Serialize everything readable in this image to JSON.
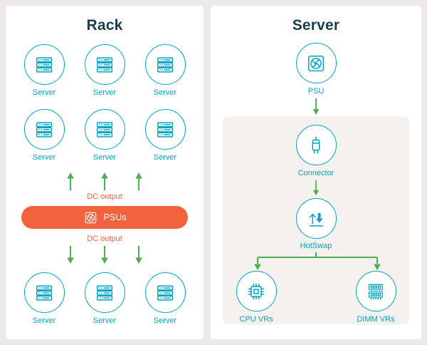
{
  "colors": {
    "bg": "#ece9e6",
    "card": "#ffffff",
    "ink": "#1d3c4e",
    "teal": "#00a5c4",
    "orange": "#f2623c",
    "green": "#4caf50",
    "box": "#f4f1ee"
  },
  "rack": {
    "title": "Rack",
    "server_label": "Server",
    "dc_output_label": "DC output",
    "psus_label": "PSUs"
  },
  "server": {
    "title": "Server",
    "psu_label": "PSU",
    "connector_label": "Connector",
    "hotswap_label": "HotSwap",
    "cpu_vrs_label": "CPU VRs",
    "dimm_vrs_label": "DIMM VRs"
  },
  "icons": {
    "server": "server-stack",
    "psu": "fan-in-square",
    "connector": "plug-connector",
    "hotswap": "swap-arrows",
    "cpu": "chip",
    "dimm": "memory-module",
    "flow_arrow": "green-arrow"
  }
}
